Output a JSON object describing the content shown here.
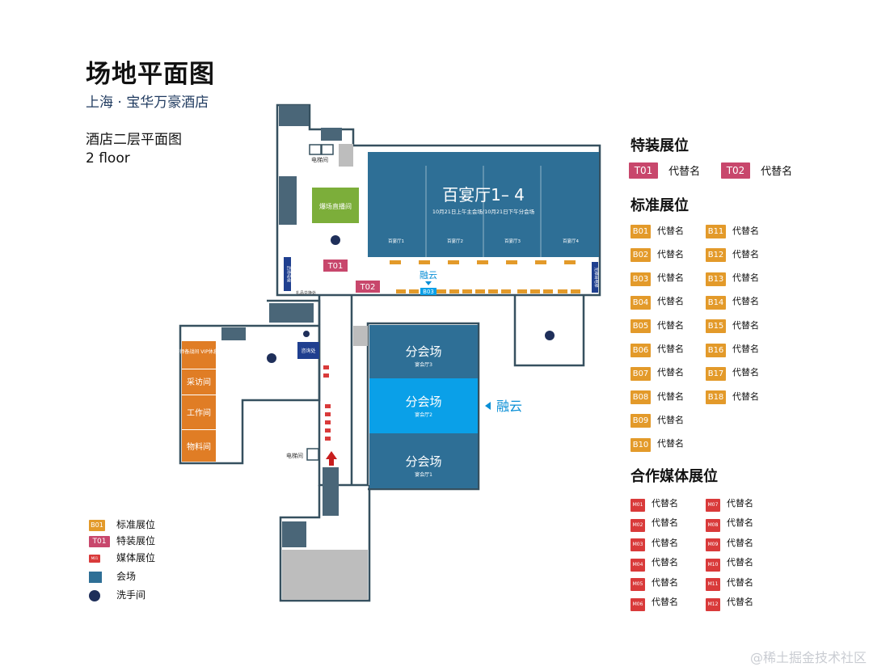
{
  "header": {
    "title": "场地平面图",
    "subtitle": "上海 · 宝华万豪酒店",
    "floor_title": "酒店二层平面图",
    "floor_en": "2 floor"
  },
  "colors": {
    "hall": "#2e6f96",
    "highlight": "#0aa0e8",
    "special": "#c8476c",
    "standard": "#e39a2a",
    "media": "#d93a3a",
    "room_orange": "#e07d25",
    "live_room": "#7cae3a",
    "wall": "#36505f"
  },
  "map": {
    "main_hall": {
      "title": "百宴厅1– 4",
      "subtitle": "10月21日上午主会场/10月21日下午分会场",
      "sections": [
        "百宴厅1",
        "百宴厅2",
        "百宴厅3",
        "百宴厅4"
      ]
    },
    "live_room": "爆场直播间",
    "elevator_top": "电梯间",
    "elevator_mid": "电梯间",
    "left_rooms": [
      "讲师备战间 VIP休息室",
      "采访间",
      "工作间",
      "物料间"
    ],
    "info_desk": "咨询处",
    "sub_halls": [
      {
        "name": "分会场",
        "room": "宴会厅3"
      },
      {
        "name": "分会场",
        "room": "宴会厅2"
      },
      {
        "name": "分会场",
        "room": "宴会厅1"
      }
    ],
    "rongyun_top": "融云",
    "rongyun_side": "融云",
    "booth_t01": "T01",
    "booth_t02": "T02",
    "booth_b03": "B03",
    "side_signs": [
      "后场电梯",
      "无障碍电梯"
    ],
    "corridor_label": "礼品兑换处"
  },
  "legend": {
    "special_title": "特装展位",
    "special": [
      {
        "code": "T01",
        "label": "代替名"
      },
      {
        "code": "T02",
        "label": "代替名"
      }
    ],
    "standard_title": "标准展位",
    "standard": [
      {
        "code": "B01",
        "label": "代替名"
      },
      {
        "code": "B02",
        "label": "代替名"
      },
      {
        "code": "B03",
        "label": "代替名"
      },
      {
        "code": "B04",
        "label": "代替名"
      },
      {
        "code": "B05",
        "label": "代替名"
      },
      {
        "code": "B06",
        "label": "代替名"
      },
      {
        "code": "B07",
        "label": "代替名"
      },
      {
        "code": "B08",
        "label": "代替名"
      },
      {
        "code": "B09",
        "label": "代替名"
      },
      {
        "code": "B10",
        "label": "代替名"
      },
      {
        "code": "B11",
        "label": "代替名"
      },
      {
        "code": "B12",
        "label": "代替名"
      },
      {
        "code": "B13",
        "label": "代替名"
      },
      {
        "code": "B14",
        "label": "代替名"
      },
      {
        "code": "B15",
        "label": "代替名"
      },
      {
        "code": "B16",
        "label": "代替名"
      },
      {
        "code": "B17",
        "label": "代替名"
      },
      {
        "code": "B18",
        "label": "代替名"
      }
    ],
    "media_title": "合作媒体展位",
    "media": [
      {
        "code": "M01",
        "label": "代替名"
      },
      {
        "code": "M02",
        "label": "代替名"
      },
      {
        "code": "M03",
        "label": "代替名"
      },
      {
        "code": "M04",
        "label": "代替名"
      },
      {
        "code": "M05",
        "label": "代替名"
      },
      {
        "code": "M06",
        "label": "代替名"
      },
      {
        "code": "M07",
        "label": "代替名"
      },
      {
        "code": "M08",
        "label": "代替名"
      },
      {
        "code": "M09",
        "label": "代替名"
      },
      {
        "code": "M10",
        "label": "代替名"
      },
      {
        "code": "M11",
        "label": "代替名"
      },
      {
        "code": "M12",
        "label": "代替名"
      }
    ]
  },
  "key": {
    "standard": {
      "code": "B01",
      "label": "标准展位"
    },
    "special": {
      "code": "T01",
      "label": "特装展位"
    },
    "media": {
      "code": "M01",
      "label": "媒体展位"
    },
    "hall": {
      "label": "会场"
    },
    "restroom": {
      "label": "洗手间"
    }
  },
  "watermark": "@稀土掘金技术社区"
}
